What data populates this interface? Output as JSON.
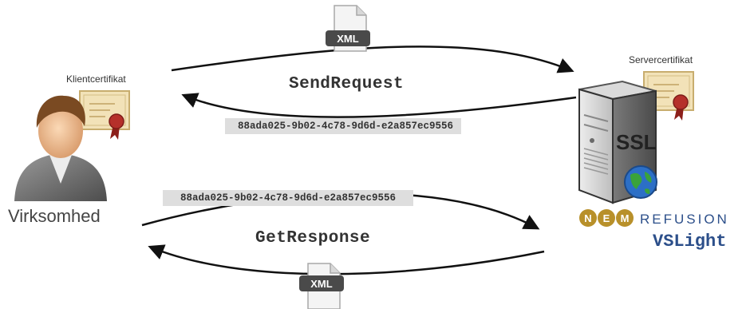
{
  "client": {
    "certificate_label": "Klientcertifikat",
    "name": "Virksomhed"
  },
  "server": {
    "certificate_label": "Servercertifikat",
    "ssl_label": "SSL",
    "brand_letters": [
      "N",
      "E",
      "M"
    ],
    "brand_word": "REFUSION",
    "product": "VSLight"
  },
  "flow_top": {
    "method": "SendRequest",
    "xml_label": "XML",
    "reply_id": "88ada025-9b02-4c78-9d6d-e2a857ec9556"
  },
  "flow_bottom": {
    "method": "GetResponse",
    "request_id": "88ada025-9b02-4c78-9d6d-e2a857ec9556",
    "xml_label": "XML"
  },
  "colors": {
    "arrow": "#111111",
    "id_box": "#dedede",
    "xml_badge": "#4a4a4a",
    "nem_gold": "#b8902a",
    "brand_blue": "#2c4f8a",
    "cert_paper": "#f2e2b8",
    "seal_red": "#b5302a"
  }
}
